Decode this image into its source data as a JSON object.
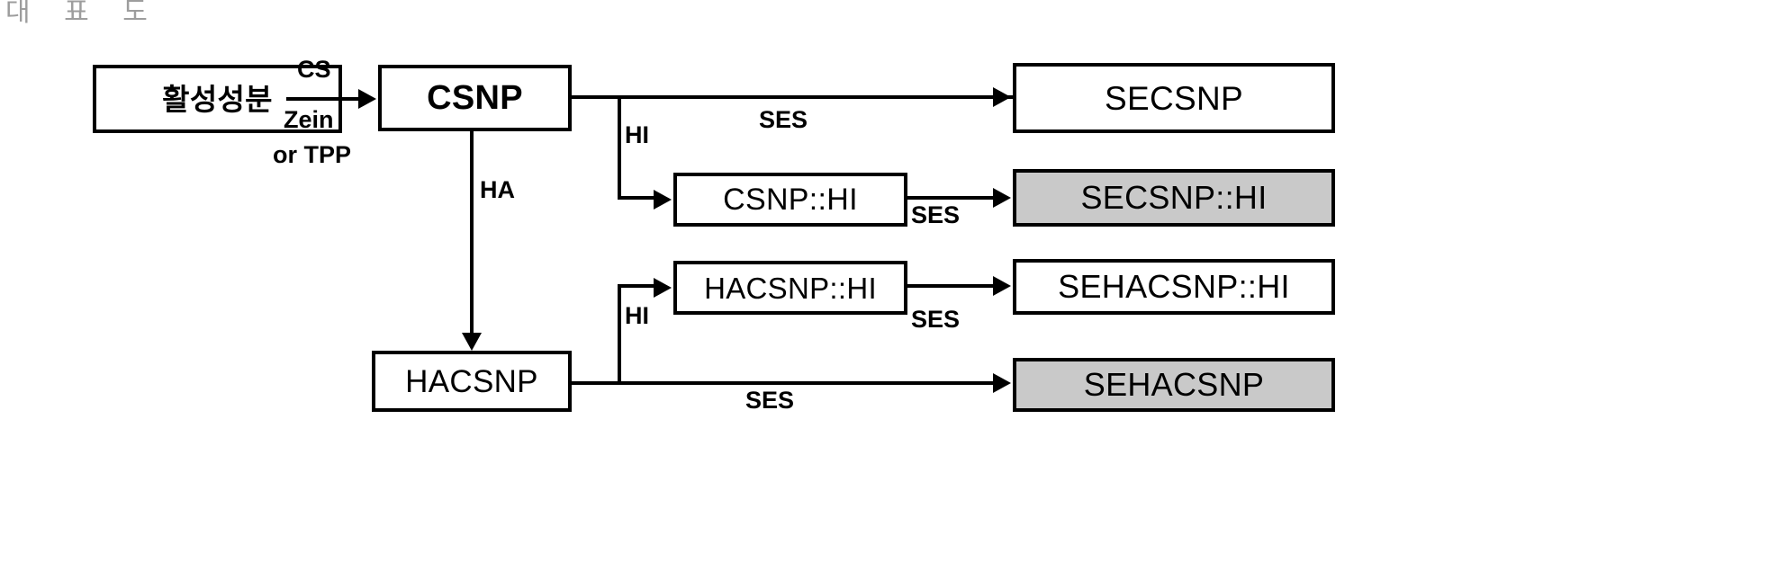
{
  "caption": "대 표 도",
  "nodes": {
    "active_ingredient": "활성성분",
    "csnp": "CSNP",
    "secsnp": "SECSNP",
    "csnp_hi": "CSNP::HI",
    "secsnp_hi": "SECSNP::HI",
    "hacsnp_hi": "HACSNP::HI",
    "sehacsnp_hi": "SEHACSNP::HI",
    "hacsnp": "HACSNP",
    "sehacsnp": "SEHACSNP"
  },
  "edges": {
    "cs": "CS",
    "zein": "Zein",
    "or_tpp": "or TPP",
    "ha": "HA",
    "hi_top": "HI",
    "hi_bottom": "HI",
    "ses_top": "SES",
    "ses_mid": "SES",
    "ses_hacsnp_hi": "SES",
    "ses_bottom": "SES"
  },
  "colors": {
    "stroke": "#000000",
    "node_fill": "#ffffff",
    "shaded_fill": "#c9c9c9",
    "caption_text": "#8d8d8d",
    "background": "#ffffff"
  }
}
